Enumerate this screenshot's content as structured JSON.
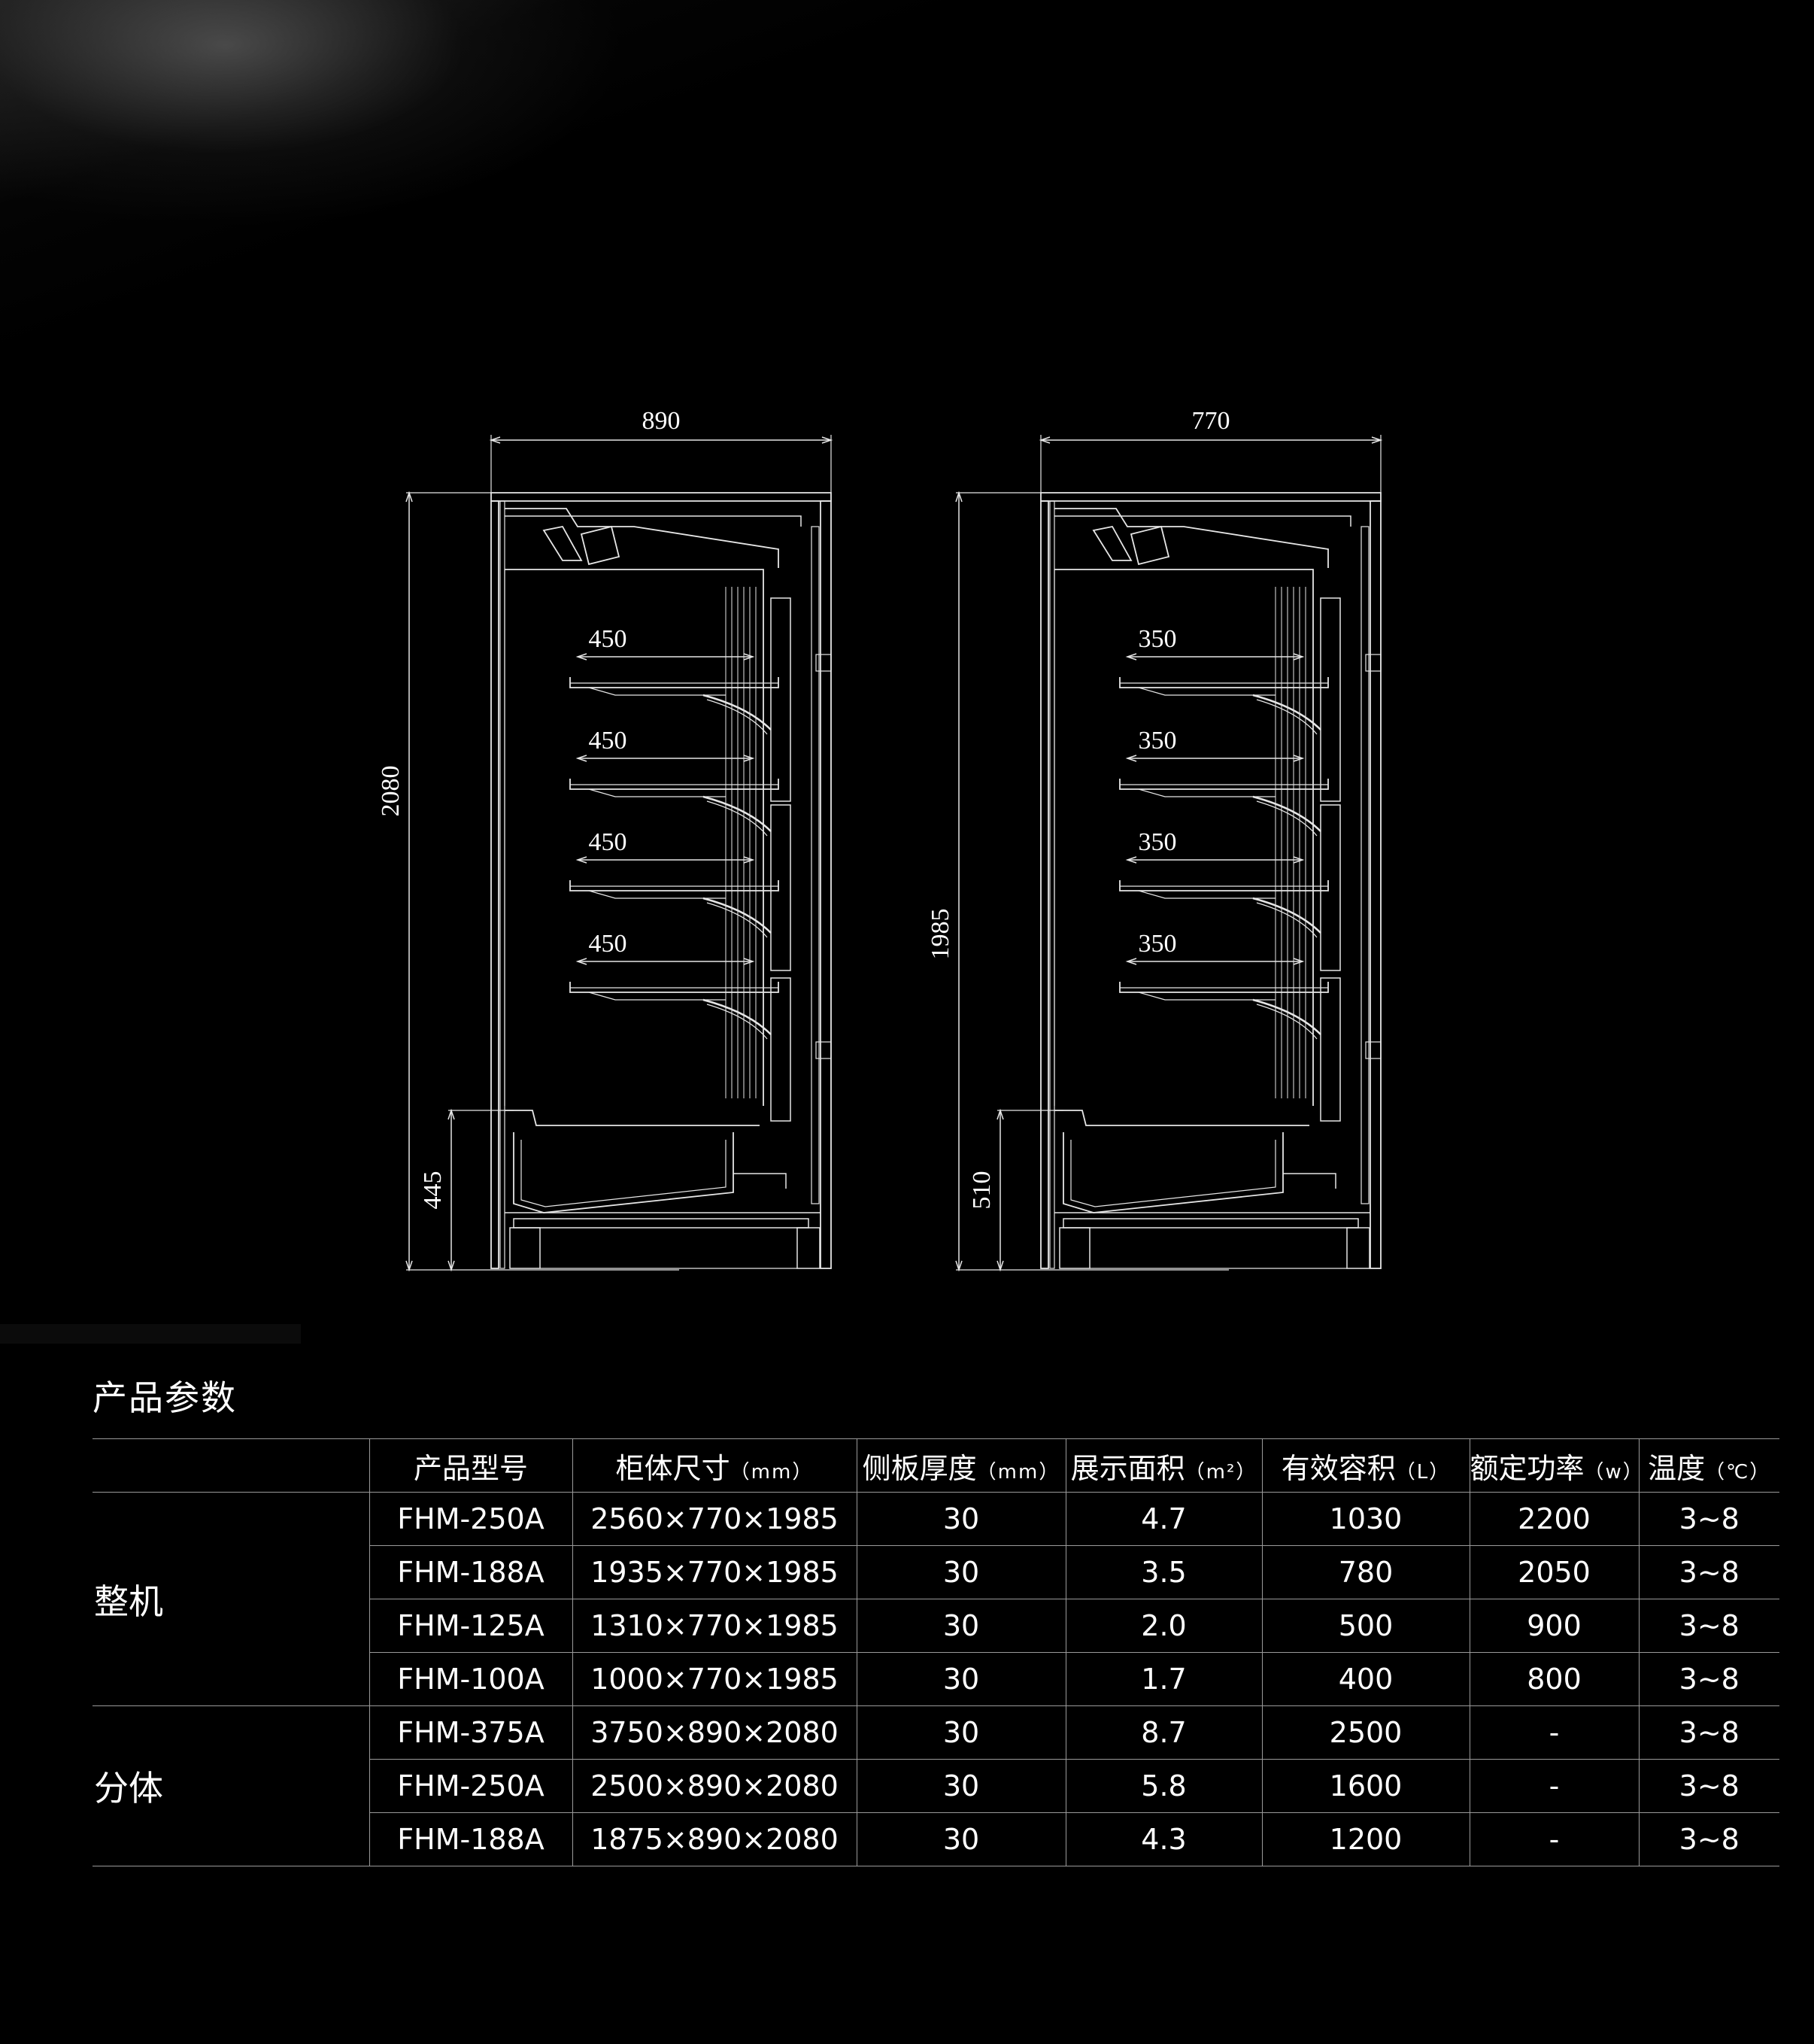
{
  "drawings": {
    "left": {
      "width_label": "890",
      "height_label": "2080",
      "base_label": "445",
      "shelf_labels": [
        "450",
        "450",
        "450",
        "450"
      ]
    },
    "right": {
      "width_label": "770",
      "height_label": "1985",
      "base_label": "510",
      "shelf_labels": [
        "350",
        "350",
        "350",
        "350"
      ]
    }
  },
  "section": {
    "title": "产品参数"
  },
  "table": {
    "headers": [
      {
        "label": "产品型号",
        "unit": ""
      },
      {
        "label": "柜体尺寸",
        "unit": "（mm）"
      },
      {
        "label": "侧板厚度",
        "unit": "（mm）"
      },
      {
        "label": "展示面积",
        "unit": "（m²）"
      },
      {
        "label": "有效容积",
        "unit": "（L）"
      },
      {
        "label": "额定功率",
        "unit": "（w）"
      },
      {
        "label": "温度",
        "unit": "（℃）"
      }
    ],
    "groups": [
      {
        "name": "整机",
        "rows": [
          [
            "FHM-250A",
            "2560×770×1985",
            "30",
            "4.7",
            "1030",
            "2200",
            "3~8"
          ],
          [
            "FHM-188A",
            "1935×770×1985",
            "30",
            "3.5",
            "780",
            "2050",
            "3~8"
          ],
          [
            "FHM-125A",
            "1310×770×1985",
            "30",
            "2.0",
            "500",
            "900",
            "3~8"
          ],
          [
            "FHM-100A",
            "1000×770×1985",
            "30",
            "1.7",
            "400",
            "800",
            "3~8"
          ]
        ]
      },
      {
        "name": "分体",
        "rows": [
          [
            "FHM-375A",
            "3750×890×2080",
            "30",
            "8.7",
            "2500",
            "-",
            "3~8"
          ],
          [
            "FHM-250A",
            "2500×890×2080",
            "30",
            "5.8",
            "1600",
            "-",
            "3~8"
          ],
          [
            "FHM-188A",
            "1875×890×2080",
            "30",
            "4.3",
            "1200",
            "-",
            "3~8"
          ]
        ]
      }
    ]
  }
}
